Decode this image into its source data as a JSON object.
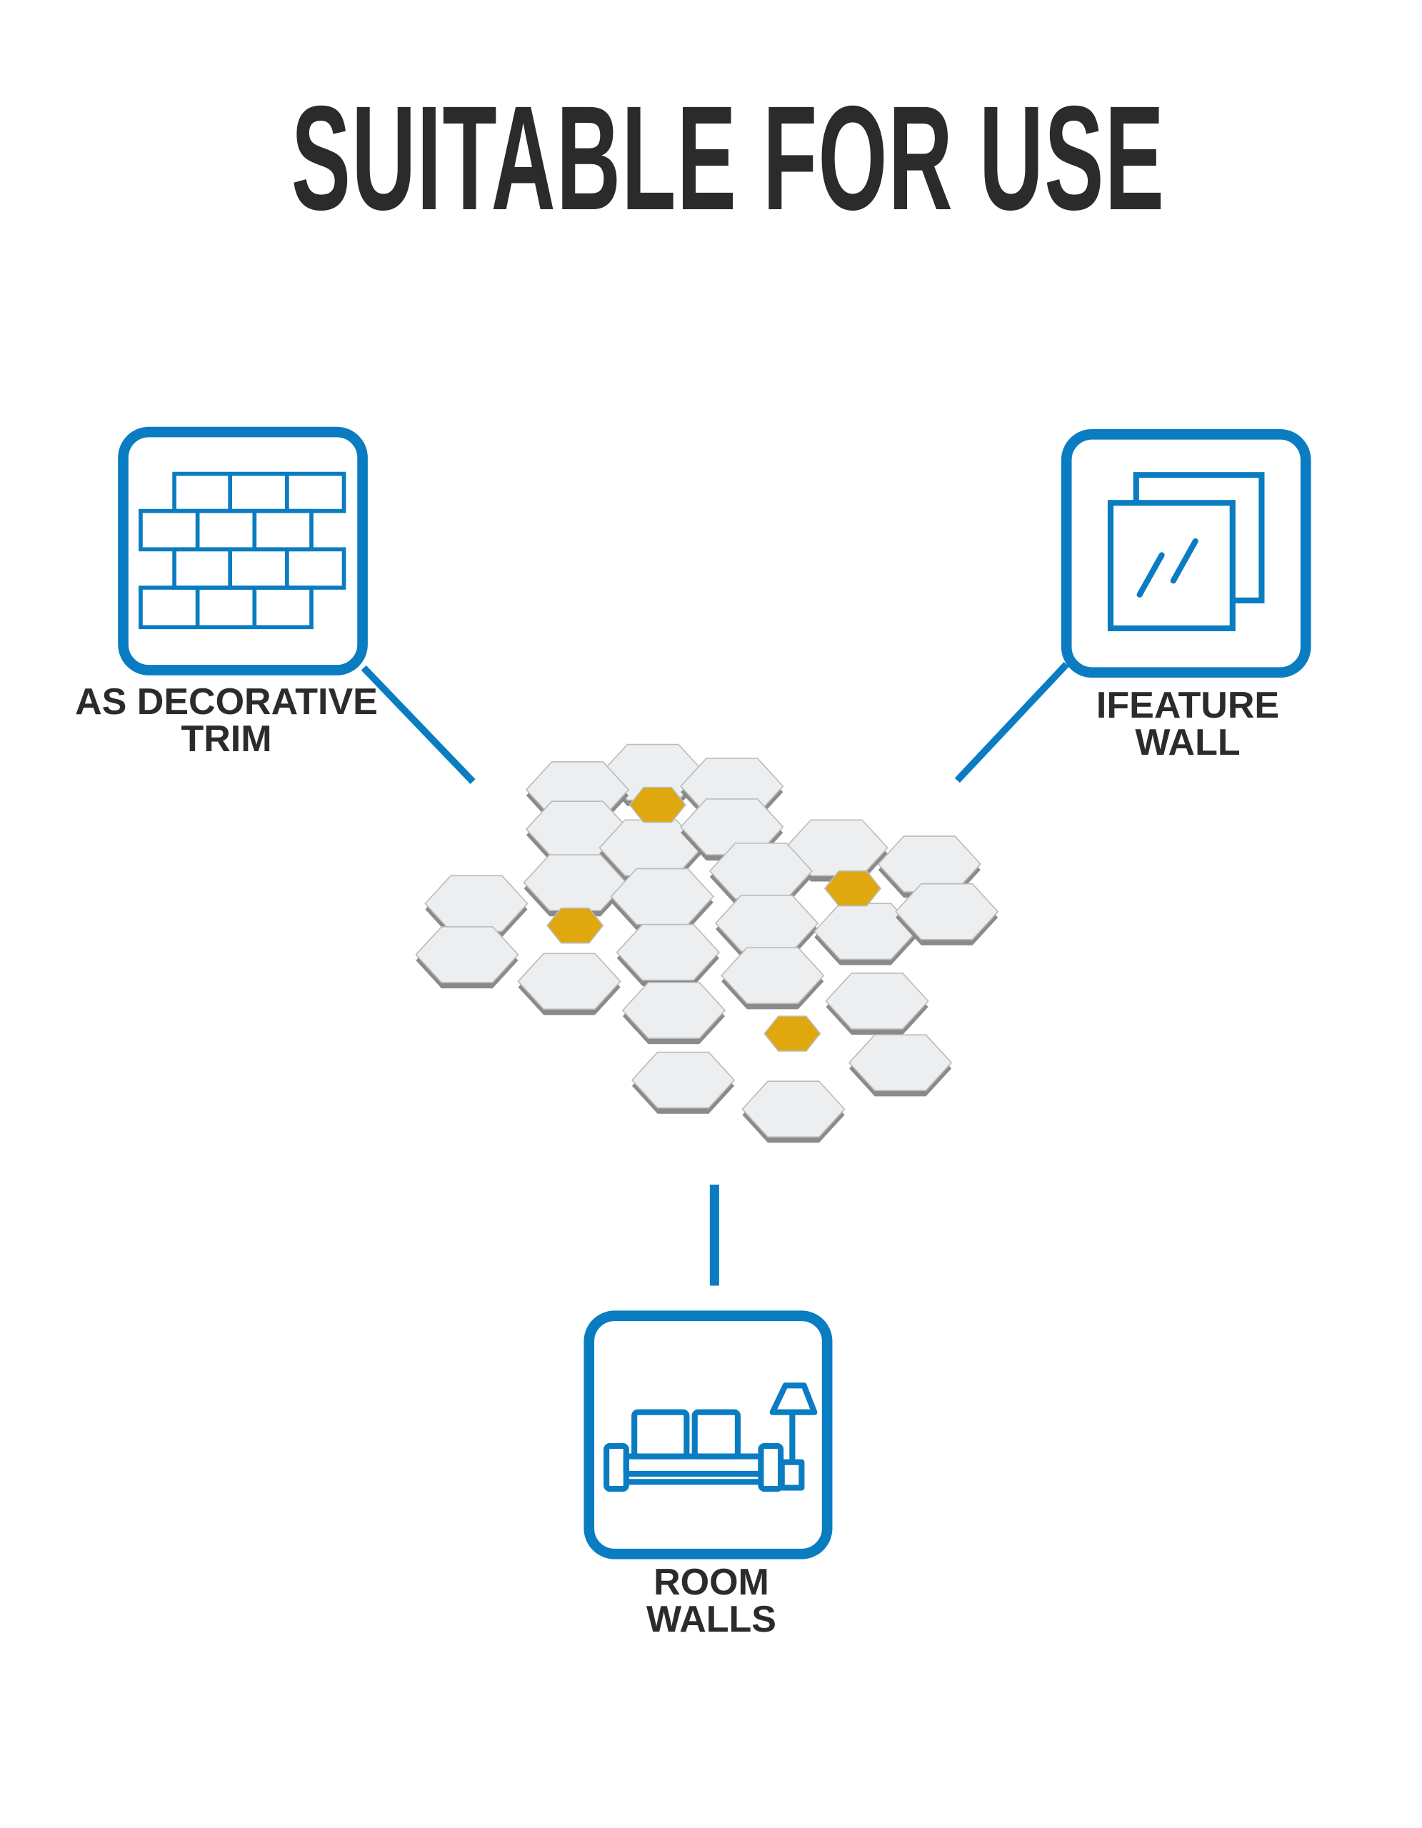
{
  "title": "SUITABLE FOR USE",
  "colors": {
    "accent": "#0a7cc1",
    "text": "#2b2b2b",
    "gold": "#e0a80f",
    "marble": "#eceeef"
  },
  "uses": [
    {
      "id": "decorative-trim",
      "icon": "brick-wall-icon",
      "lines": [
        "AS DECORATIVE",
        "TRIM"
      ]
    },
    {
      "id": "feature-wall",
      "icon": "glass-panels-icon",
      "lines": [
        "IFEATURE",
        "WALL"
      ]
    },
    {
      "id": "room-walls",
      "icon": "sofa-lamp-icon",
      "lines": [
        "ROOM",
        "WALLS"
      ]
    }
  ]
}
